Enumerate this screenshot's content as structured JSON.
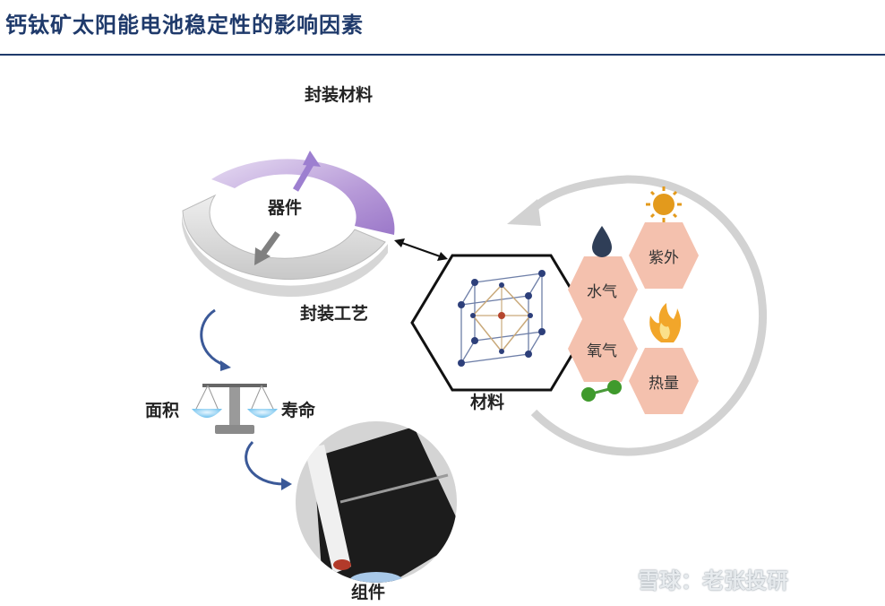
{
  "title": "钙钛矿太阳能电池稳定性的影响因素",
  "labels": {
    "encapsulation_material": "封装材料",
    "device": "器件",
    "encapsulation_process": "封装工艺",
    "area": "面积",
    "lifetime": "寿命",
    "module": "组件",
    "material": "材料"
  },
  "factors": {
    "uv": "紫外",
    "moisture": "水气",
    "oxygen": "氧气",
    "heat": "热量"
  },
  "watermark": "雪球：老张投研",
  "colors": {
    "title": "#1f3a6b",
    "ring_purple": "#b59bd6",
    "ring_gray": "#dcdcdc",
    "hex_fill": "#f2c0ad",
    "arrow_blue": "#2f5597"
  }
}
